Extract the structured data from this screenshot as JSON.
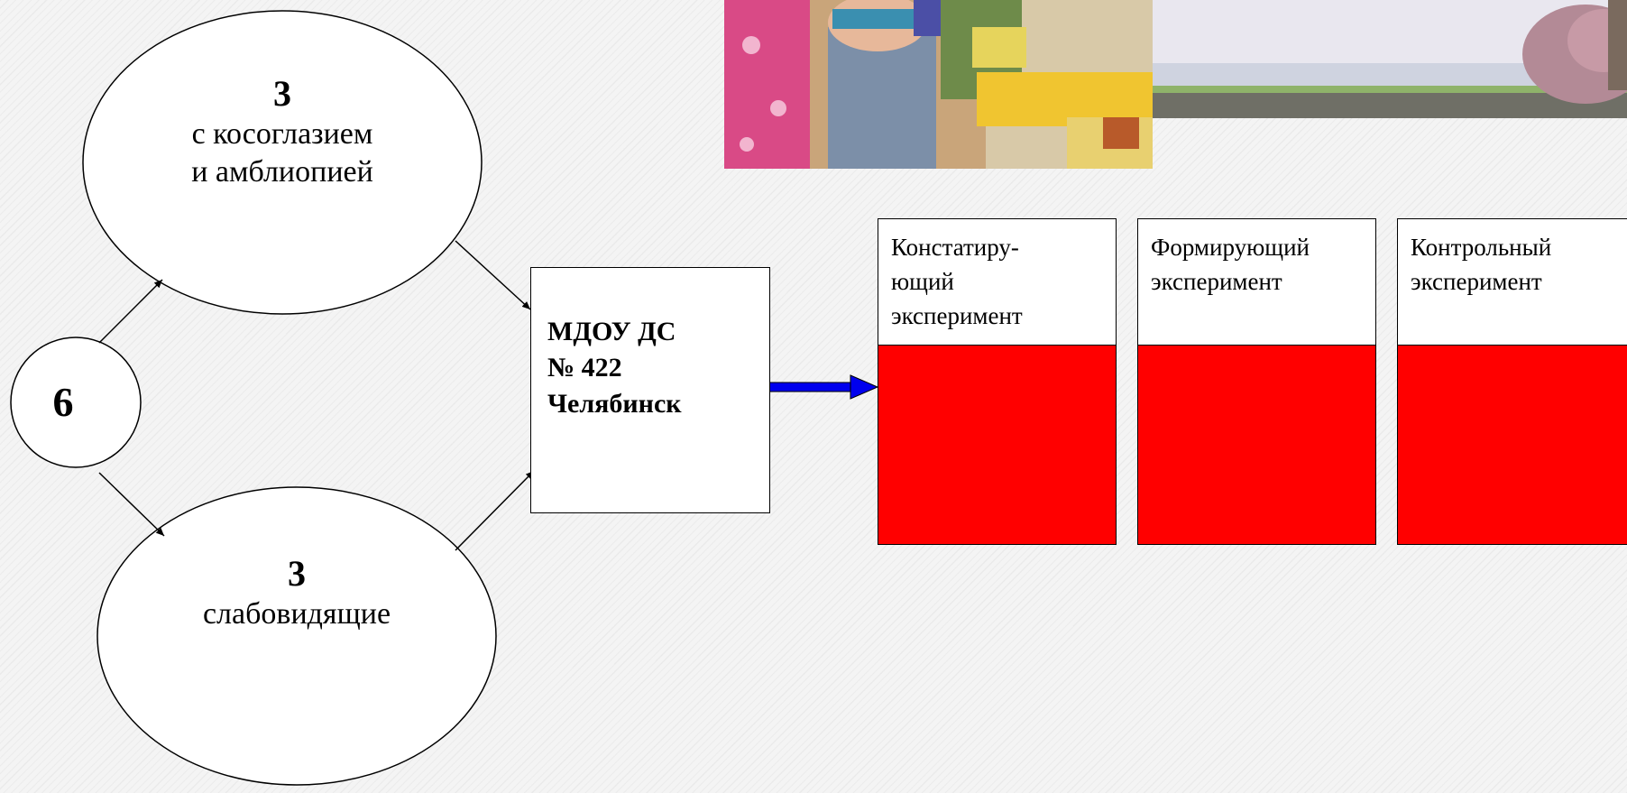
{
  "colors": {
    "stage_fill": "#ff0000",
    "big_arrow": "#0000ee",
    "line": "#000000"
  },
  "circle": {
    "number": "6"
  },
  "ellipse_top": {
    "number": "3",
    "label_line1": "с косоглазием",
    "label_line2": "и амблиопией"
  },
  "ellipse_bottom": {
    "number": "3",
    "label": "слабовидящие"
  },
  "school": {
    "line1": "МДОУ ДС",
    "line2": "№ 422",
    "line3": "Челябинск"
  },
  "stages": [
    {
      "lines": [
        "Констатиру-",
        "ющий",
        "эксперимент"
      ]
    },
    {
      "lines": [
        "Формирующий",
        "эксперимент"
      ]
    },
    {
      "lines": [
        "Контрольный",
        "эксперимент"
      ]
    }
  ],
  "photos": [
    {
      "subject": "children-playing-photo"
    },
    {
      "subject": "landscape-painting-photo"
    }
  ]
}
